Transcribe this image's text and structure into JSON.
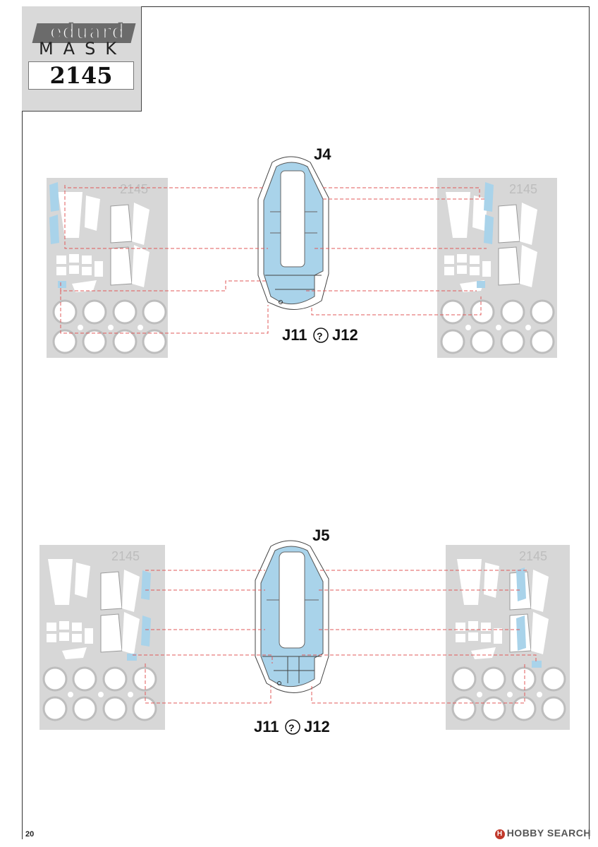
{
  "header": {
    "brand": "eduard",
    "product_line": "MASK",
    "kit_number": "2145"
  },
  "diagrams": {
    "top": {
      "part_label": "J4",
      "ref_left": "J11",
      "ref_symbol": "?",
      "ref_right": "J12",
      "sheet_number": "2145"
    },
    "bottom": {
      "part_label": "J5",
      "ref_left": "J11",
      "ref_symbol": "?",
      "ref_right": "J12",
      "sheet_number": "2145"
    }
  },
  "footer": {
    "page_number": "20",
    "watermark": "HOBBY SEARCH",
    "watermark_mark": "H"
  },
  "colors": {
    "mask_blue": "#a9d3ea",
    "sheet_grey": "#d7d7d7",
    "leader_red": "#e05a5a"
  }
}
